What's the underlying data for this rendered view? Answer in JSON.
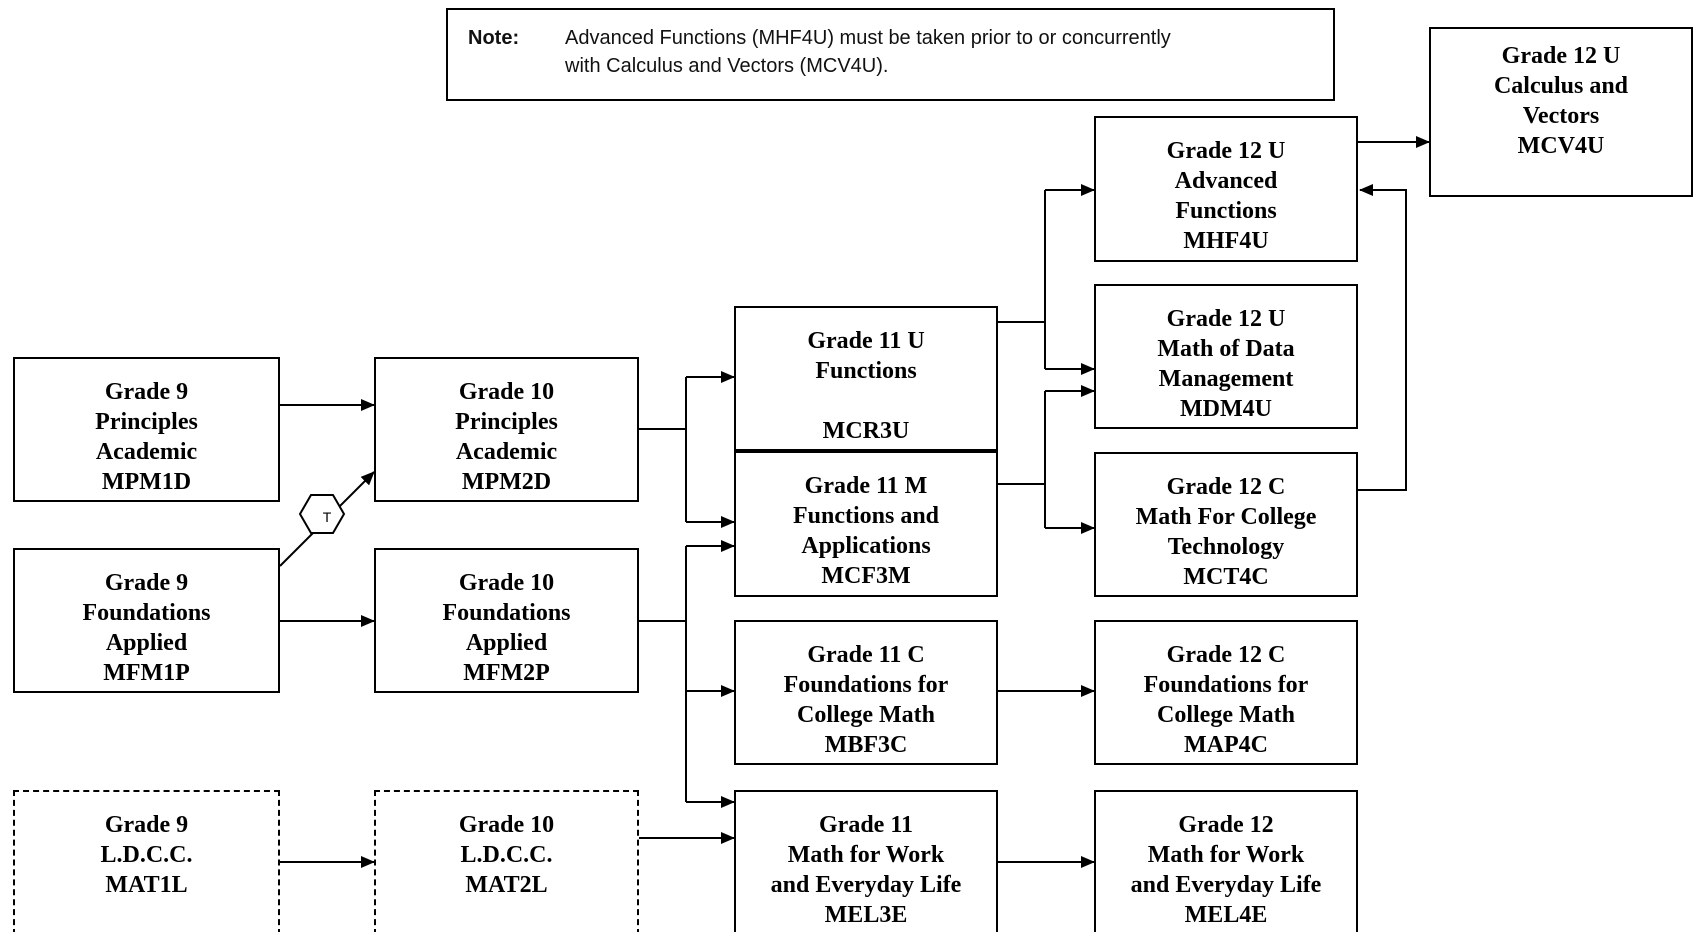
{
  "note": {
    "label": "Note:",
    "line1": "Advanced Functions (MHF4U) must be taken prior to or concurrently",
    "line2": "with Calculus and Vectors (MCV4U)."
  },
  "courses": {
    "mpm1d": [
      "Grade 9",
      "Principles",
      "Academic",
      "MPM1D"
    ],
    "mfm1p": [
      "Grade 9",
      "Foundations",
      "Applied",
      "MFM1P"
    ],
    "mat1l": [
      "Grade 9",
      "L.D.C.C.",
      "MAT1L"
    ],
    "mpm2d": [
      "Grade 10",
      "Principles",
      "Academic",
      "MPM2D"
    ],
    "mfm2p": [
      "Grade 10",
      "Foundations",
      "Applied",
      "MFM2P"
    ],
    "mat2l": [
      "Grade 10",
      "L.D.C.C.",
      "MAT2L"
    ],
    "mcr3u": [
      "Grade 11 U",
      "Functions",
      "MCR3U"
    ],
    "mcf3m": [
      "Grade 11 M",
      "Functions and",
      "Applications",
      "MCF3M"
    ],
    "mbf3c": [
      "Grade 11 C",
      "Foundations for",
      "College Math",
      "MBF3C"
    ],
    "mel3e": [
      "Grade 11",
      "Math for Work",
      "and Everyday Life",
      "MEL3E"
    ],
    "mhf4u": [
      "Grade 12 U",
      "Advanced",
      "Functions",
      "MHF4U"
    ],
    "mdm4u": [
      "Grade 12 U",
      "Math of Data",
      "Management",
      "MDM4U"
    ],
    "mct4c": [
      "Grade 12 C",
      "Math For College",
      "Technology",
      "MCT4C"
    ],
    "map4c": [
      "Grade 12 C",
      "Foundations for",
      "College Math",
      "MAP4C"
    ],
    "mel4e": [
      "Grade 12",
      "Math for Work",
      "and Everyday Life",
      "MEL4E"
    ],
    "mcv4u": [
      "Grade 12 U",
      "Calculus and",
      "Vectors",
      "MCV4U"
    ]
  },
  "transfer_symbol": "T"
}
